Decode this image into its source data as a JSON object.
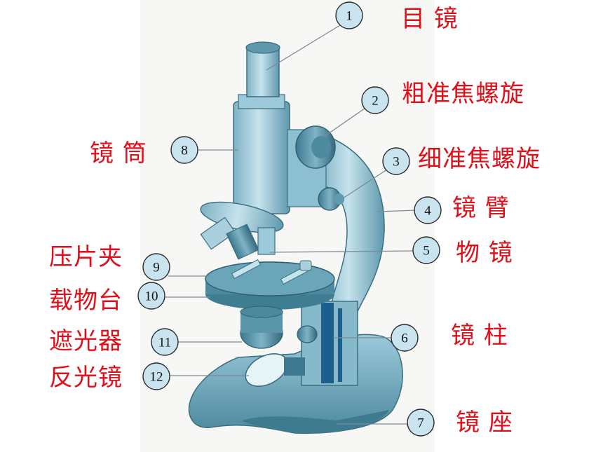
{
  "parts": [
    {
      "num": "1",
      "label": "目 镜"
    },
    {
      "num": "2",
      "label": "粗准焦螺旋"
    },
    {
      "num": "3",
      "label": "细准焦螺旋"
    },
    {
      "num": "4",
      "label": "镜 臂"
    },
    {
      "num": "5",
      "label": "物 镜"
    },
    {
      "num": "6",
      "label": "镜 柱"
    },
    {
      "num": "7",
      "label": "镜 座"
    },
    {
      "num": "8",
      "label": "镜 筒"
    },
    {
      "num": "9",
      "label": "压片夹"
    },
    {
      "num": "10",
      "label": "载物台"
    },
    {
      "num": "11",
      "label": "遮光器"
    },
    {
      "num": "12",
      "label": "反光镜"
    }
  ],
  "colors": {
    "label": "#e0101a",
    "body": "#a9cfdc",
    "dark": "#3d7f97",
    "column": "#1d5f8c"
  }
}
